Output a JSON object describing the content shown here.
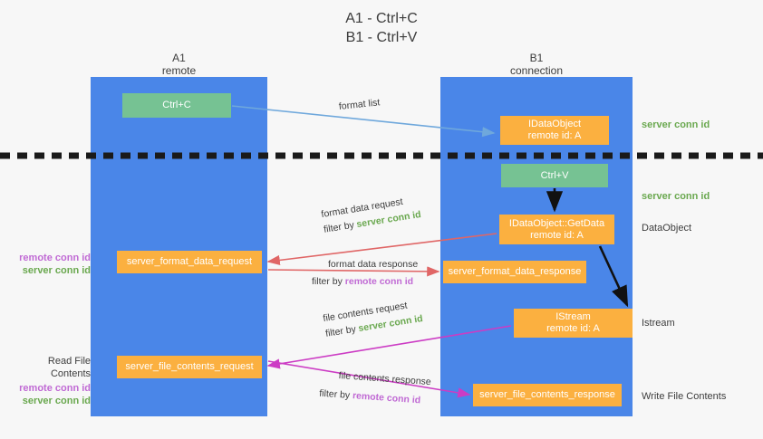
{
  "title": {
    "line1": "A1 - Ctrl+C",
    "line2": "B1 - Ctrl+V"
  },
  "lanes": [
    {
      "name": "A1",
      "sub": "remote",
      "color": "#4a86e8"
    },
    {
      "name": "B1",
      "sub": "connection",
      "color": "#4a86e8"
    }
  ],
  "nodes": {
    "ctrl_c": {
      "label": "Ctrl+C",
      "sub": "",
      "color": "#76c293"
    },
    "idataobject": {
      "label": "IDataObject",
      "sub": "remote id: A",
      "color": "#fbb040"
    },
    "ctrl_v": {
      "label": "Ctrl+V",
      "sub": "",
      "color": "#76c293"
    },
    "getdata": {
      "label": "IDataObject::GetData",
      "sub": "remote id: A",
      "color": "#fbb040"
    },
    "format_data_request": {
      "label": "server_format_data_request",
      "color": "#fbb040"
    },
    "format_data_response": {
      "label": "server_format_data_response",
      "color": "#fbb040"
    },
    "istream": {
      "label": "IStream",
      "sub": "remote id: A",
      "color": "#fbb040"
    },
    "file_contents_request": {
      "label": "server_file_contents_request",
      "color": "#fbb040"
    },
    "file_contents_response": {
      "label": "server_file_contents_response",
      "color": "#fbb040"
    }
  },
  "edges": {
    "format_list": {
      "label": "format list"
    },
    "format_data_request": {
      "label": "format data request",
      "filter_prefix": "filter by ",
      "filter_key": "server conn id"
    },
    "format_data_response": {
      "label": "format data response",
      "filter_prefix": "filter by ",
      "filter_key": "remote conn id"
    },
    "file_contents_request": {
      "label": "file contents request",
      "filter_prefix": "filter by ",
      "filter_key": "server conn id"
    },
    "file_contents_response": {
      "label": "file contents response",
      "filter_prefix": "filter by ",
      "filter_key": "remote conn id"
    }
  },
  "annotations": {
    "right": {
      "server_conn_id_top": "server conn id",
      "server_conn_id_mid": "server conn id",
      "dataobject": "DataObject",
      "istream": "Istream",
      "write_file_contents": "Write File Contents"
    },
    "left": {
      "remote_conn_id_1": "remote conn id",
      "server_conn_id_1": "server conn id",
      "read_file_contents": "Read File Contents",
      "remote_conn_id_2": "remote conn id",
      "server_conn_id_2": "server conn id"
    }
  },
  "colors": {
    "lane": "#4a86e8",
    "green_node": "#76c293",
    "orange_node": "#fbb040",
    "server_conn_id": "#6aa84f",
    "remote_conn_id": "#c06ad4",
    "arrow_blue": "#6fa8dc",
    "arrow_red": "#e06666",
    "arrow_magenta": "#cc3cc4",
    "arrow_black": "#000000",
    "background": "#f7f7f7"
  },
  "divider": {
    "style": "dashed",
    "color": "#1a1a1a"
  }
}
